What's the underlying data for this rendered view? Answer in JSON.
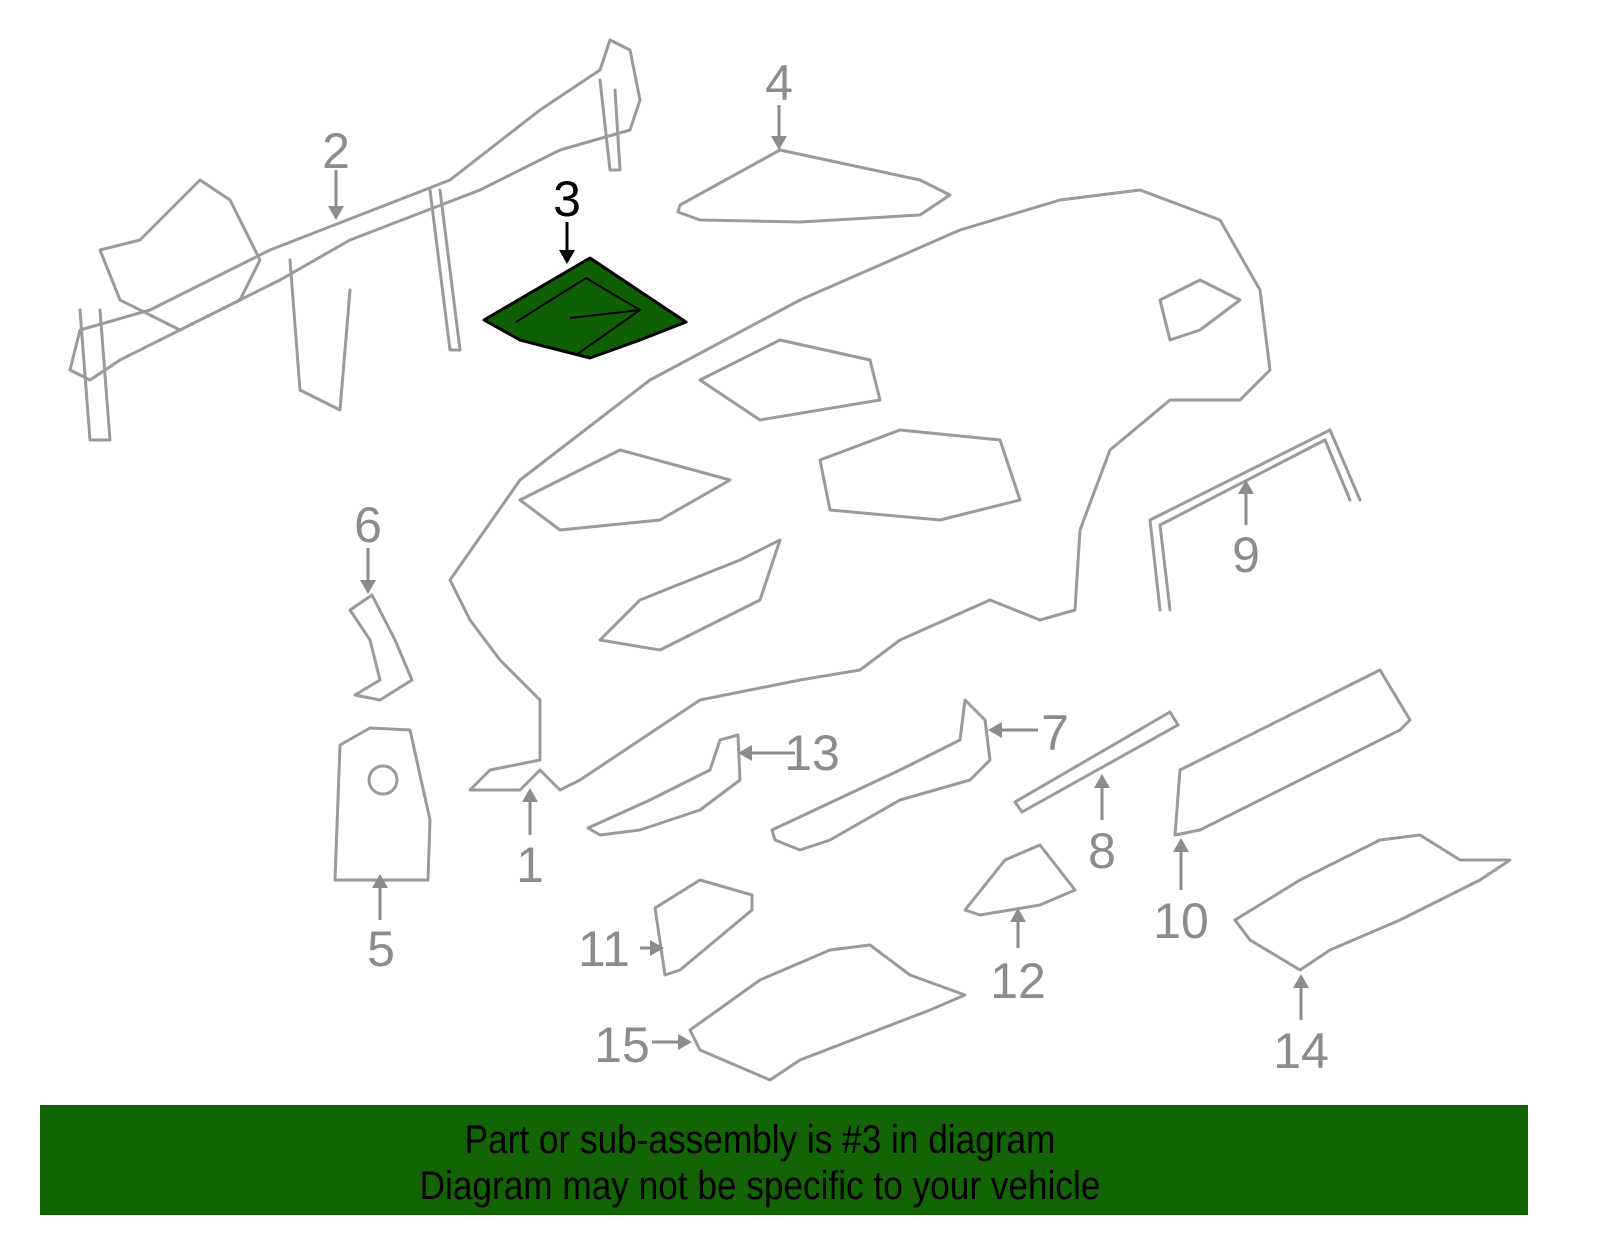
{
  "diagram": {
    "highlighted_part": "3",
    "highlight_color": "#0f5f05",
    "callouts": {
      "p1": "1",
      "p2": "2",
      "p3": "3",
      "p4": "4",
      "p5": "5",
      "p6": "6",
      "p7": "7",
      "p8": "8",
      "p9": "9",
      "p10": "10",
      "p11": "11",
      "p12": "12",
      "p13": "13",
      "p14": "14",
      "p15": "15"
    }
  },
  "banner": {
    "line1": "Part or sub-assembly is #3 in diagram",
    "line2": "Diagram may not be specific to your vehicle",
    "color": "#136405"
  }
}
